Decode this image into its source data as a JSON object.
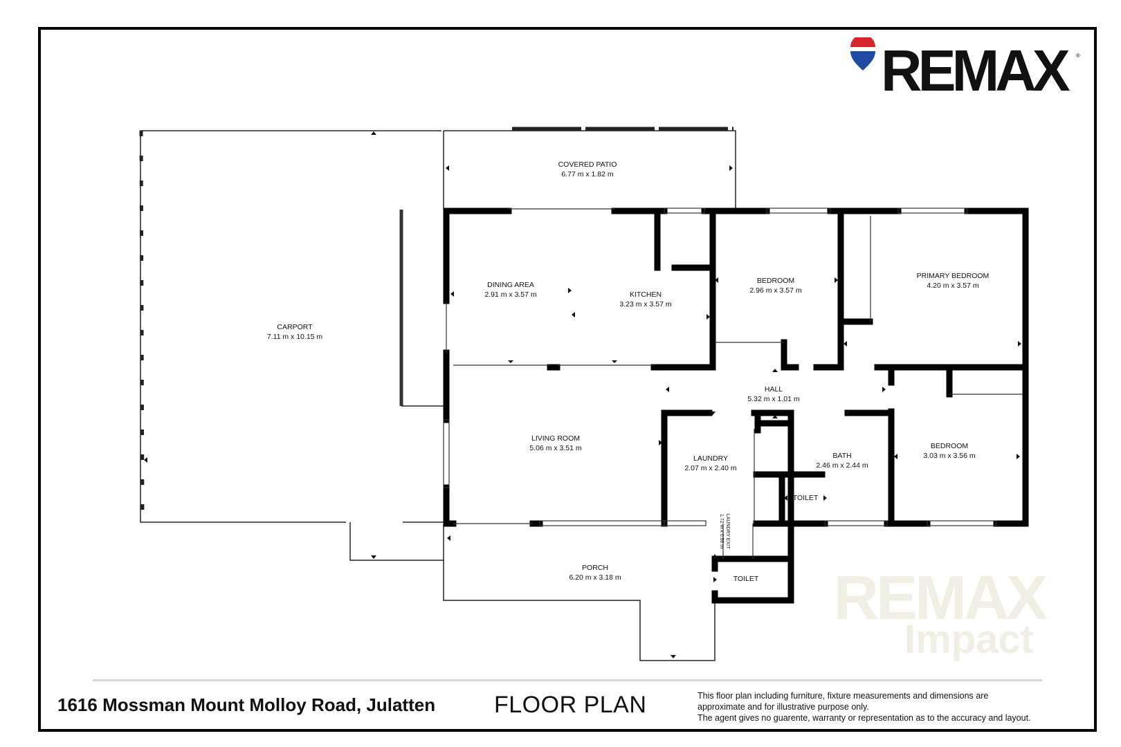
{
  "brand": {
    "name": "REMAX",
    "watermark_line1": "REMAX",
    "watermark_line2": "Impact",
    "colors": {
      "red": "#d7262b",
      "blue": "#1f4ba5",
      "text": "#111111"
    }
  },
  "rooms": [
    {
      "id": "covered-patio",
      "name": "COVERED PATIO",
      "dims": "6.77 m x 1.82 m"
    },
    {
      "id": "carport",
      "name": "CARPORT",
      "dims": "7.11 m x 10.15 m"
    },
    {
      "id": "dining-area",
      "name": "DINING AREA",
      "dims": "2.91 m x 3.57 m"
    },
    {
      "id": "kitchen",
      "name": "KITCHEN",
      "dims": "3.23 m x 3.57 m"
    },
    {
      "id": "bedroom-1",
      "name": "BEDROOM",
      "dims": "2.96 m x 3.57 m"
    },
    {
      "id": "primary-bedroom",
      "name": "PRIMARY BEDROOM",
      "dims": "4.20 m x 3.57 m"
    },
    {
      "id": "hall",
      "name": "HALL",
      "dims": "5.32 m x 1.01 m"
    },
    {
      "id": "living-room",
      "name": "LIVING ROOM",
      "dims": "5.06 m x 3.51 m"
    },
    {
      "id": "laundry",
      "name": "LAUNDRY",
      "dims": "2.07 m x 2.40 m"
    },
    {
      "id": "bath",
      "name": "BATH",
      "dims": "2.46 m x 2.44 m"
    },
    {
      "id": "bedroom-2",
      "name": "BEDROOM",
      "dims": "3.03 m x 3.56 m"
    },
    {
      "id": "toilet-1",
      "name": "TOILET",
      "dims": ""
    },
    {
      "id": "porch",
      "name": "PORCH",
      "dims": "6.20 m x 3.18 m"
    },
    {
      "id": "toilet-2",
      "name": "TOILET",
      "dims": ""
    }
  ],
  "laundry_exit": {
    "name": "LAUNDRY EXIT",
    "dims": "1.72 m x 0.56 m"
  },
  "footer": {
    "address": "1616 Mossman Mount Molloy Road, Julatten",
    "title": "FLOOR PLAN",
    "disclaimer": [
      "This floor plan including furniture, fixture measurements and dimensions are",
      "approximate and for illustrative purpose only.",
      "The agent gives no guarente, warranty or representation as to the accuracy and layout."
    ]
  }
}
